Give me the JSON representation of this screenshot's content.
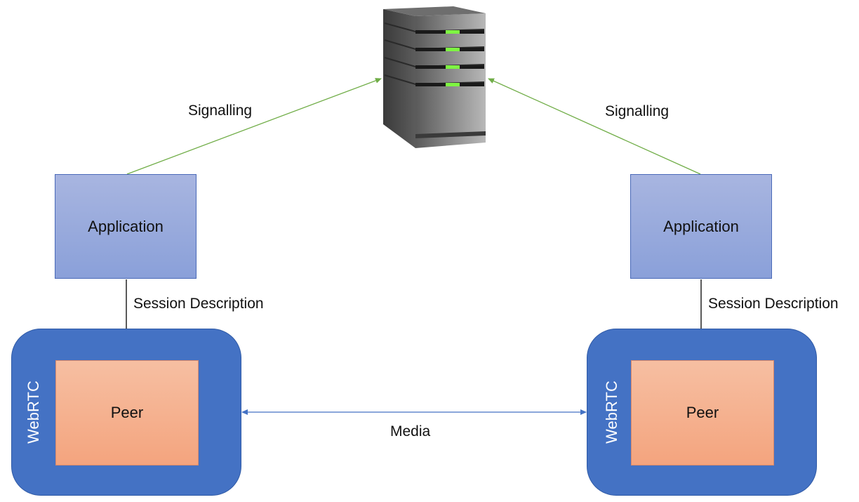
{
  "diagram": {
    "left": {
      "application_label": "Application",
      "webrtc_label": "WebRTC",
      "peer_label": "Peer",
      "signalling_label": "Signalling",
      "session_label": "Session Description"
    },
    "right": {
      "application_label": "Application",
      "webrtc_label": "WebRTC",
      "peer_label": "Peer",
      "signalling_label": "Signalling",
      "session_label": "Session Description"
    },
    "media_label": "Media",
    "server_icon": "server-tower-icon",
    "colors": {
      "signalling_line": "#70ad47",
      "media_line": "#4472c4",
      "session_line": "#000000",
      "webrtc_container": "#4472c4",
      "application_fill": "#8faadc",
      "peer_fill": "#f4b183",
      "server_led": "#7ef542"
    }
  }
}
